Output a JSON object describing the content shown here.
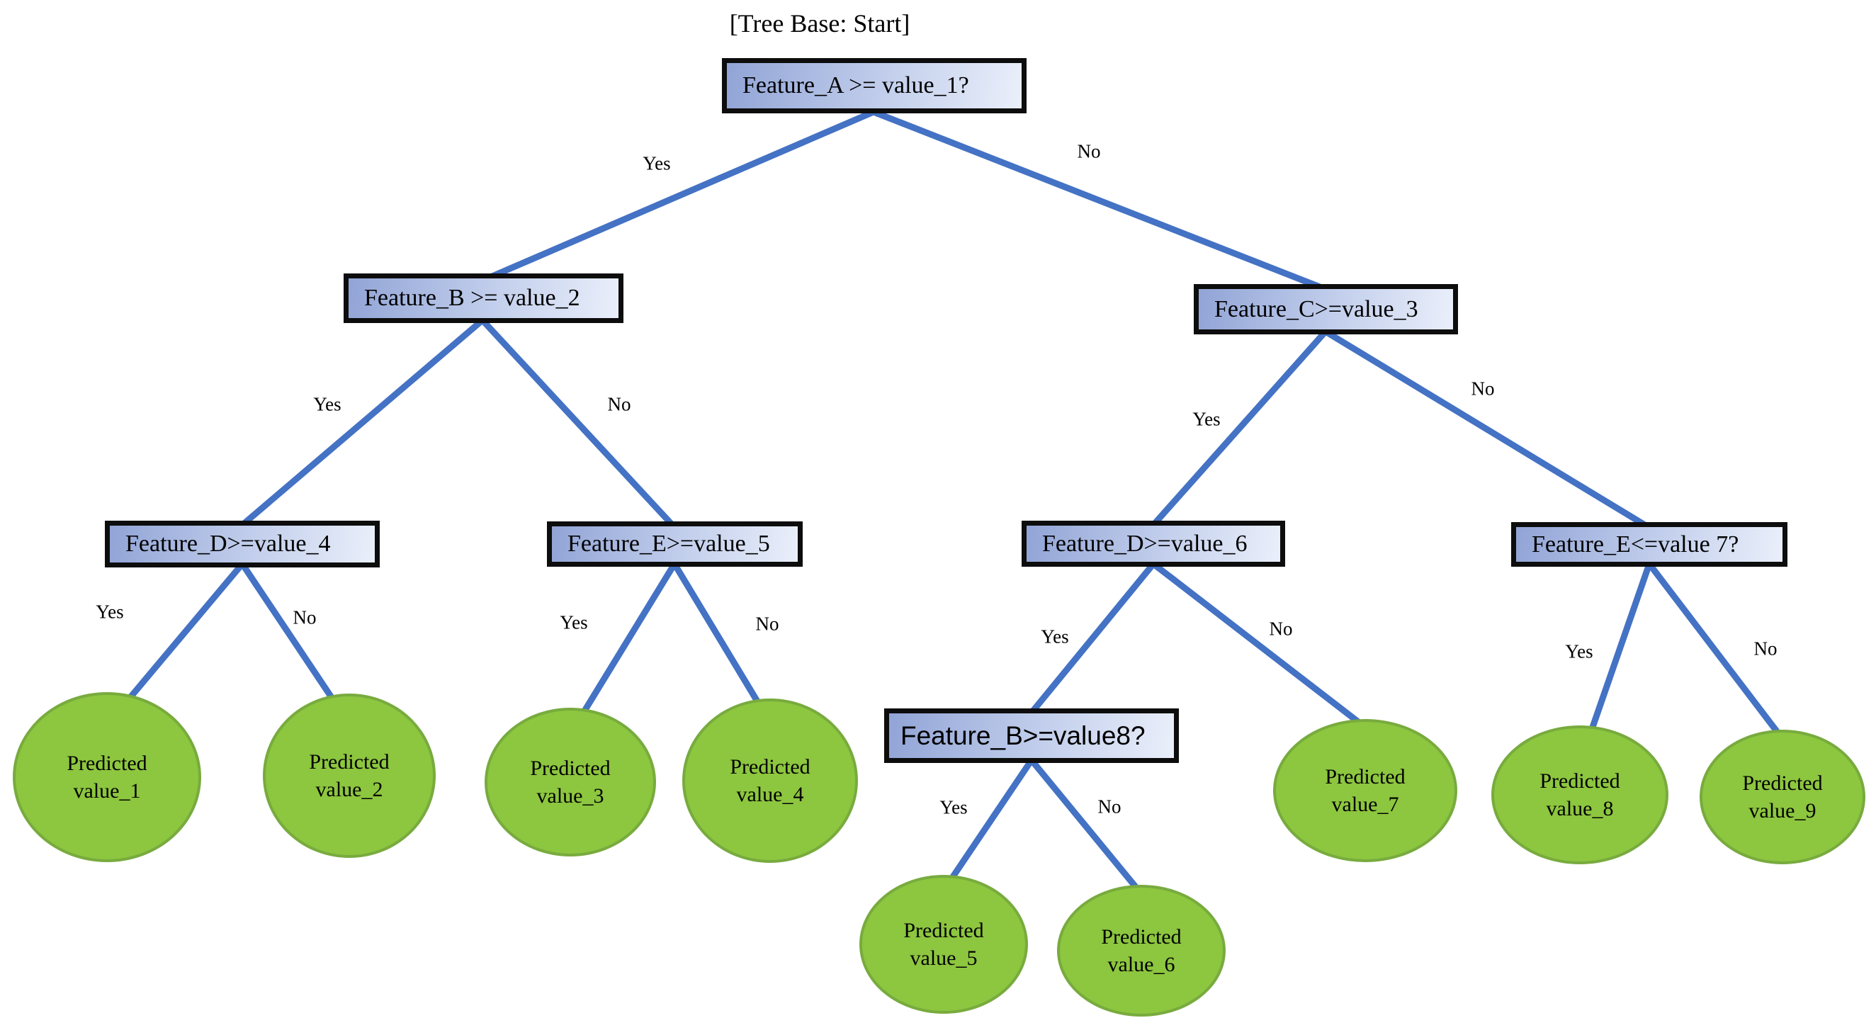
{
  "title": "[Tree Base: Start]",
  "tree": {
    "nodes": [
      {
        "id": "A",
        "label": "Feature_A >= value_1?"
      },
      {
        "id": "B",
        "label": "Feature_B >= value_2"
      },
      {
        "id": "C",
        "label": "Feature_C>=value_3"
      },
      {
        "id": "D4",
        "label": "Feature_D>=value_4"
      },
      {
        "id": "E5",
        "label": "Feature_E>=value_5"
      },
      {
        "id": "D6",
        "label": "Feature_D>=value_6"
      },
      {
        "id": "E7",
        "label": "Feature_E<=value 7?"
      },
      {
        "id": "B8",
        "label": "Feature_B>=value8?"
      }
    ],
    "leaves": [
      {
        "id": "v1",
        "line1": "Predicted",
        "line2": "value_1"
      },
      {
        "id": "v2",
        "line1": "Predicted",
        "line2": "value_2"
      },
      {
        "id": "v3",
        "line1": "Predicted",
        "line2": "value_3"
      },
      {
        "id": "v4",
        "line1": "Predicted",
        "line2": "value_4"
      },
      {
        "id": "v5",
        "line1": "Predicted",
        "line2": "value_5"
      },
      {
        "id": "v6",
        "line1": "Predicted",
        "line2": "value_6"
      },
      {
        "id": "v7",
        "line1": "Predicted",
        "line2": "value_7"
      },
      {
        "id": "v8",
        "line1": "Predicted",
        "line2": "value_8"
      },
      {
        "id": "v9",
        "line1": "Predicted",
        "line2": "value_9"
      }
    ],
    "edges": [
      {
        "from": "A",
        "to": "B",
        "label": "Yes"
      },
      {
        "from": "A",
        "to": "C",
        "label": "No"
      },
      {
        "from": "B",
        "to": "D4",
        "label": "Yes"
      },
      {
        "from": "B",
        "to": "E5",
        "label": "No"
      },
      {
        "from": "C",
        "to": "D6",
        "label": "Yes"
      },
      {
        "from": "C",
        "to": "E7",
        "label": "No"
      },
      {
        "from": "D4",
        "to": "v1",
        "label": "Yes"
      },
      {
        "from": "D4",
        "to": "v2",
        "label": "No"
      },
      {
        "from": "E5",
        "to": "v3",
        "label": "Yes"
      },
      {
        "from": "E5",
        "to": "v4",
        "label": "No"
      },
      {
        "from": "D6",
        "to": "B8",
        "label": "Yes"
      },
      {
        "from": "D6",
        "to": "v7",
        "label": "No"
      },
      {
        "from": "E7",
        "to": "v8",
        "label": "Yes"
      },
      {
        "from": "E7",
        "to": "v9",
        "label": "No"
      },
      {
        "from": "B8",
        "to": "v5",
        "label": "Yes"
      },
      {
        "from": "B8",
        "to": "v6",
        "label": "No"
      }
    ]
  },
  "colors": {
    "background": "#ffffff",
    "text": "#000000",
    "edge_line": "#4472c4",
    "node_border": "#0d0d0d",
    "node_fill_left": "#91a4d6",
    "node_fill_right": "#eaeffa",
    "leaf_fill": "#8dc63f",
    "leaf_border": "#78ab3e"
  }
}
